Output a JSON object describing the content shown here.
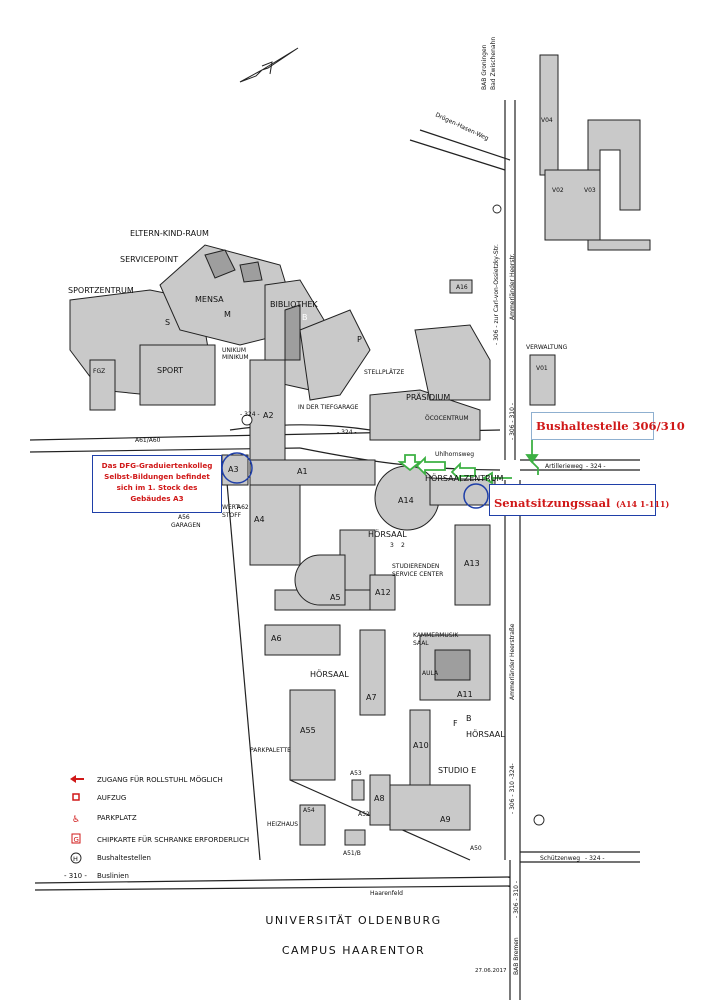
{
  "map": {
    "university": "UNIVERSITÄT OLDENBURG",
    "campus": "CAMPUS HAARENTOR",
    "date": "27.06.2017"
  },
  "callouts": {
    "note": "Das DFG-Graduiertenkolleg Selbst-Bildungen befindet sich im 1. Stock des Gebäudes A3",
    "bus_stop": "Bushaltestelle 306/310",
    "senate_hall": "Senatsitzungssaal",
    "senate_hall_room": "(A14 1-111)"
  },
  "legend": {
    "wheelchair": "ZUGANG FÜR ROLLSTUHL MÖGLICH",
    "elevator": "AUFZUG",
    "parking": "PARKPLATZ",
    "chipcard": "CHIPKARTE FÜR SCHRANKE ERFORDERLICH",
    "bus_stops": "Bushaltestellen",
    "bus_lines_code": "- 310 -",
    "bus_lines": "Buslinien"
  },
  "places": {
    "eltern": "ELTERN-KIND-RAUM",
    "servicepoint": "SERVICEPOINT",
    "sportzentrum": "SPORTZENTRUM",
    "mensa": "MENSA",
    "bibliothek": "BIBLIOTHEK",
    "s": "S",
    "m": "M",
    "b": "B",
    "p": "P",
    "sport": "SPORT",
    "fgz": "FGZ",
    "unikum": "UNIKUM",
    "minikum": "MINIKUM",
    "stellplaetze": "STELLPLÄTZE",
    "tiefgarage": "IN DER TIEFGARAGE",
    "praesidium": "PRÄSIDIUM",
    "oecocentrum": "ÖCOCENTRUM",
    "verwaltung": "VERWALTUNG",
    "hoersaalzentrum": "HÖRSAALZENTRUM",
    "hoersaal1": "HÖRSAAL",
    "hoersaal2": "HÖRSAAL",
    "hoersaal3": "HÖRSAAL",
    "studienservice1": "STUDIERENDEN",
    "studienservice2": "SERVICE CENTER",
    "kammermusik1": "KAMMERMUSIK",
    "kammermusik2": "SAAL",
    "aula": "AULA",
    "studio": "STUDIO E",
    "werkstoff1": "WERT-",
    "werkstoff2": "STOFF",
    "garagen1": "A56",
    "garagen2": "GARAGEN",
    "parkpalette": "PARKPALETTE",
    "heizhaus": "HEIZHAUS"
  },
  "buildings": {
    "a1": "A1",
    "a2": "A2",
    "a3": "A3",
    "a4": "A4",
    "a5": "A5",
    "a6": "A6",
    "a7": "A7",
    "a8": "A8",
    "a9": "A9",
    "a10": "A10",
    "a11": "A11",
    "a12": "A12",
    "a13": "A13",
    "a14": "A14",
    "a16": "A16",
    "a50": "A50",
    "a51": "A51/B",
    "a52": "A52",
    "a53": "A53",
    "a54": "A54",
    "a55": "A55",
    "a62": "A62",
    "v01": "V01",
    "v02": "V02",
    "v03": "V03",
    "v04": "V04"
  },
  "labels": {
    "b_marker": "B",
    "f_marker": "F",
    "e2": "2",
    "e3": "3"
  },
  "roads": {
    "a324_left": "- 324 -",
    "a324_mid": "- 324 -",
    "a61": "A61/A60",
    "uhlhornsweg": "Uhlhornsweg",
    "artillerieweg": "Artillerieweg",
    "artillerie_num": "- 324 -",
    "droegen": "Drögen-Hasen-Weg",
    "ossietzky": "- 306 - zur Carl-von-Ossietzky-Str.",
    "ammerlaender_top": "Ammerländer Heerstr.",
    "ammerlaender_vert": "Ammerländer Heerstraße",
    "road_306_310_a": "- 306 - 310 -",
    "road_306_310_b": "- 306 - 310 -324-",
    "road_306_310_c": "- 306 - 310 -",
    "schuetzenweg": "Schützenweg",
    "schuetzen_num": "- 324 -",
    "haarenfeld": "Haarenfeld",
    "bab_groningen": "BAB Groningen",
    "bad_zwischenahn": "Bad Zwischenahn",
    "bab_bremen": "BAB Bremen"
  },
  "colors": {
    "accent_red": "#d01818",
    "callout_blue": "#1f3fa8",
    "route_green": "#3cb043",
    "building_gray": "#c9c9c9"
  }
}
